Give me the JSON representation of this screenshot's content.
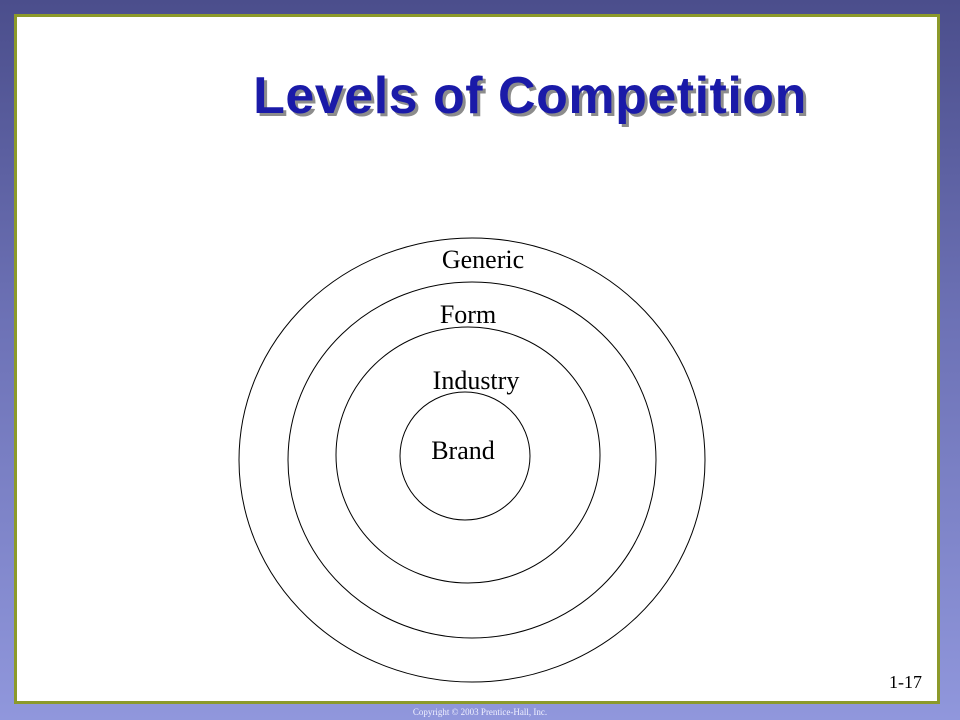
{
  "slide": {
    "title": "Levels of Competition",
    "slide_number": "1-17",
    "copyright": "Copyright © 2003 Prentice-Hall, Inc."
  },
  "diagram": {
    "rings": [
      {
        "label": "Generic"
      },
      {
        "label": "Form"
      },
      {
        "label": "Industry"
      },
      {
        "label": "Brand"
      }
    ]
  }
}
